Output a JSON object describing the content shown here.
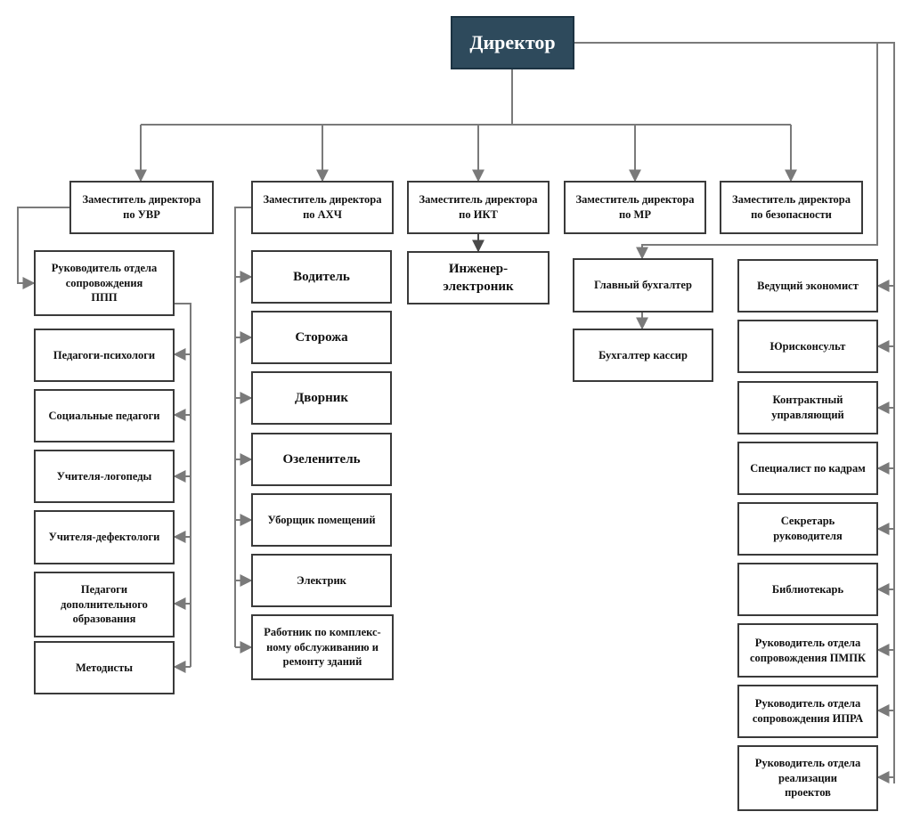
{
  "director": "Директор",
  "deputies": {
    "uvr": "Заместитель директора\nпо УВР",
    "ahch": "Заместитель директора\nпо АХЧ",
    "ikt": "Заместитель директора\nпо ИКТ",
    "mr": "Заместитель директора\nпо МР",
    "security": "Заместитель директора\nпо безопасности"
  },
  "uvr_items": [
    "Руководитель отдела\nсопровождения\nППП",
    "Педагоги-психологи",
    "Социальные педагоги",
    "Учителя-логопеды",
    "Учителя-дефектологи",
    "Педагоги\nдополнительного\nобразования",
    "Методисты"
  ],
  "ahch_items": [
    "Водитель",
    "Сторожа",
    "Дворник",
    "Озеленитель",
    "Уборщик помещений",
    "Электрик",
    "Работник по комплекс-\nному обслуживанию и\nремонту зданий"
  ],
  "ikt_items": [
    "Инженер-\nэлектроник"
  ],
  "accounting": [
    "Главный бухгалтер",
    "Бухгалтер кассир"
  ],
  "staff": [
    "Ведущий экономист",
    "Юрисконсульт",
    "Контрактный\nуправляющий",
    "Специалист по кадрам",
    "Секретарь\nруководителя",
    "Библиотекарь",
    "Руководитель отдела\nсопровождения ПМПК",
    "Руководитель отдела\nсопровождения ИПРА",
    "Руководитель отдела\nреализации\nпроектов"
  ],
  "colors": {
    "root_fill": "#2e4a5c",
    "connector": "#7a7a7a",
    "connector_dark": "#4a4a4a",
    "border": "#3a3a3a"
  }
}
